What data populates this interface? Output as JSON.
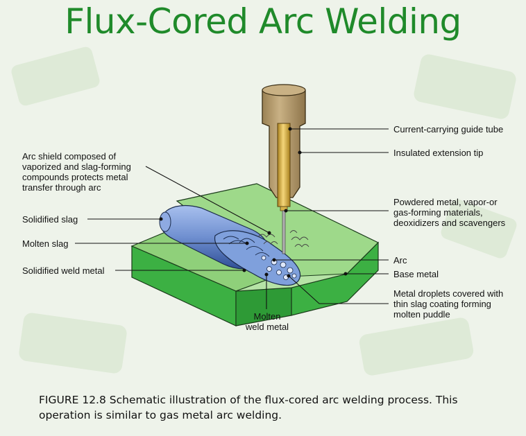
{
  "title": "Flux-Cored Arc Welding",
  "labels": {
    "arc_shield": "Arc shield composed of\nvaporized and slag-forming\ncompounds protects metal\ntransfer through arc",
    "solidified_slag": "Solidified slag",
    "molten_slag": "Molten slag",
    "solidified_weld_metal": "Solidified weld metal",
    "molten_weld_metal": "Molten\nweld  metal",
    "guide_tube": "Current-carrying guide tube",
    "extension_tip": "Insulated extension tip",
    "powdered_metal": "Powdered metal, vapor-or\ngas-forming materials,\ndeoxidizers and scavengers",
    "arc": "Arc",
    "base_metal": "Base metal",
    "droplets": "Metal droplets covered with\nthin slag coating forming\nmolten puddle"
  },
  "caption": "FIGURE 12.8  Schematic illustration of the flux-cored arc welding process. This operation is similar to gas metal arc welding.",
  "colors": {
    "title": "#1f8a2a",
    "base_metal_top": "#9ed98a",
    "base_metal_side": "#3cb043",
    "weld_bead": "#6f8fd0",
    "gun_body": "#b59c6a",
    "guide_tube": "#d6b24a"
  }
}
